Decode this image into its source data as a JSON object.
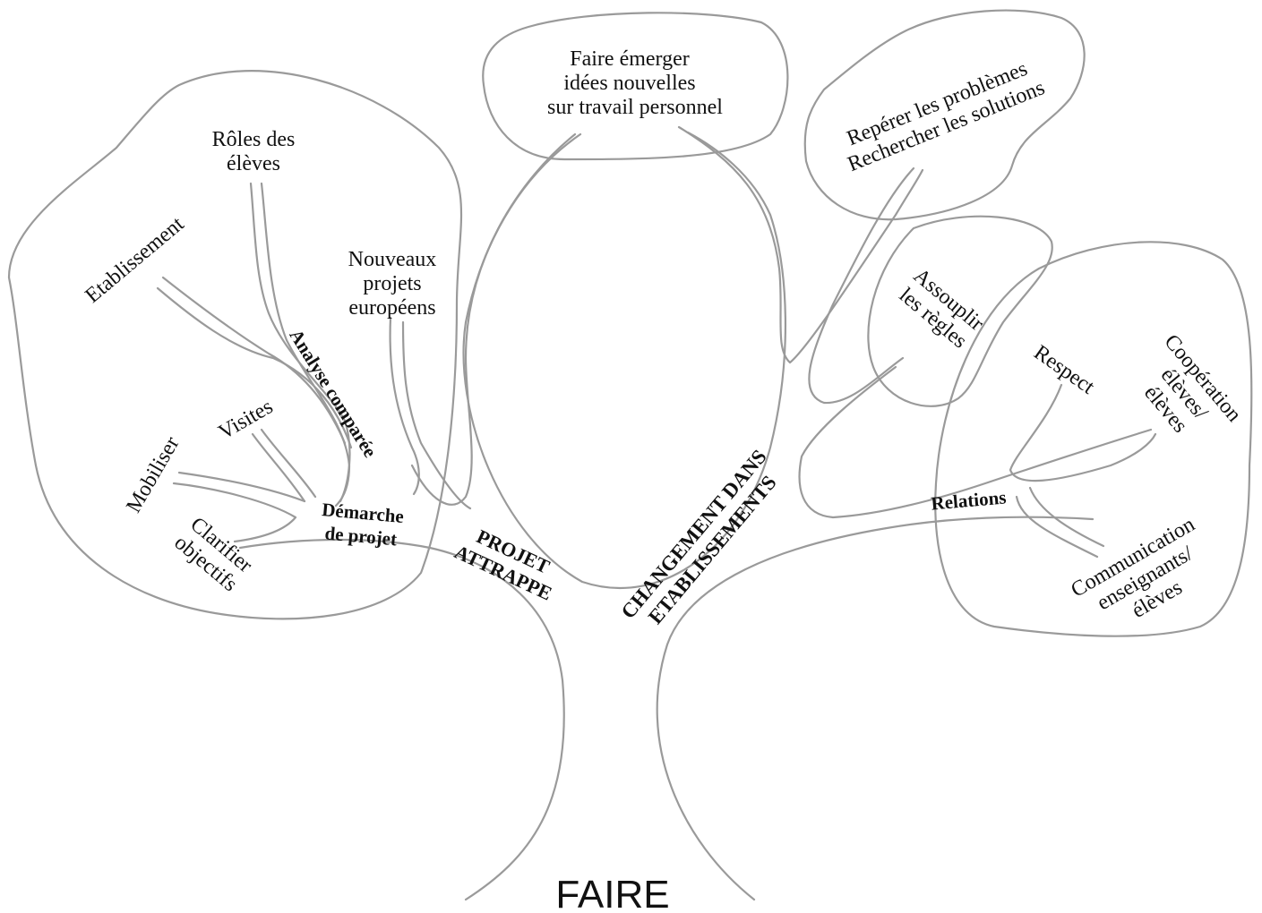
{
  "trunk_label": "FAIRE",
  "branches": {
    "projet_attrappe": [
      "PROJET",
      "ATTRAPPE"
    ],
    "changement": [
      "CHANGEMENT DANS",
      "ETABLISSEMENTS"
    ],
    "demarche": [
      "Démarche",
      "de projet"
    ],
    "analyse": "Analyse comparée",
    "relations": "Relations"
  },
  "leaves": {
    "idees": [
      "Faire émerger",
      "idées nouvelles",
      "sur travail personnel"
    ],
    "roles": [
      "Rôles des",
      "élèves"
    ],
    "etablissement": "Etablissement",
    "nouveaux": [
      "Nouveaux",
      "projets",
      "européens"
    ],
    "visites": "Visites",
    "mobiliser": "Mobiliser",
    "clarifier": [
      "Clarifier",
      "objectifs"
    ],
    "reperer": [
      "Repérer les problèmes",
      "Rechercher les solutions"
    ],
    "assouplir": [
      "Assouplir",
      "les règles"
    ],
    "respect": "Respect",
    "cooperation": [
      "Coopération",
      "élèves/",
      "élèves"
    ],
    "communication": [
      "Communication",
      "enseignants/",
      "élèves"
    ]
  }
}
